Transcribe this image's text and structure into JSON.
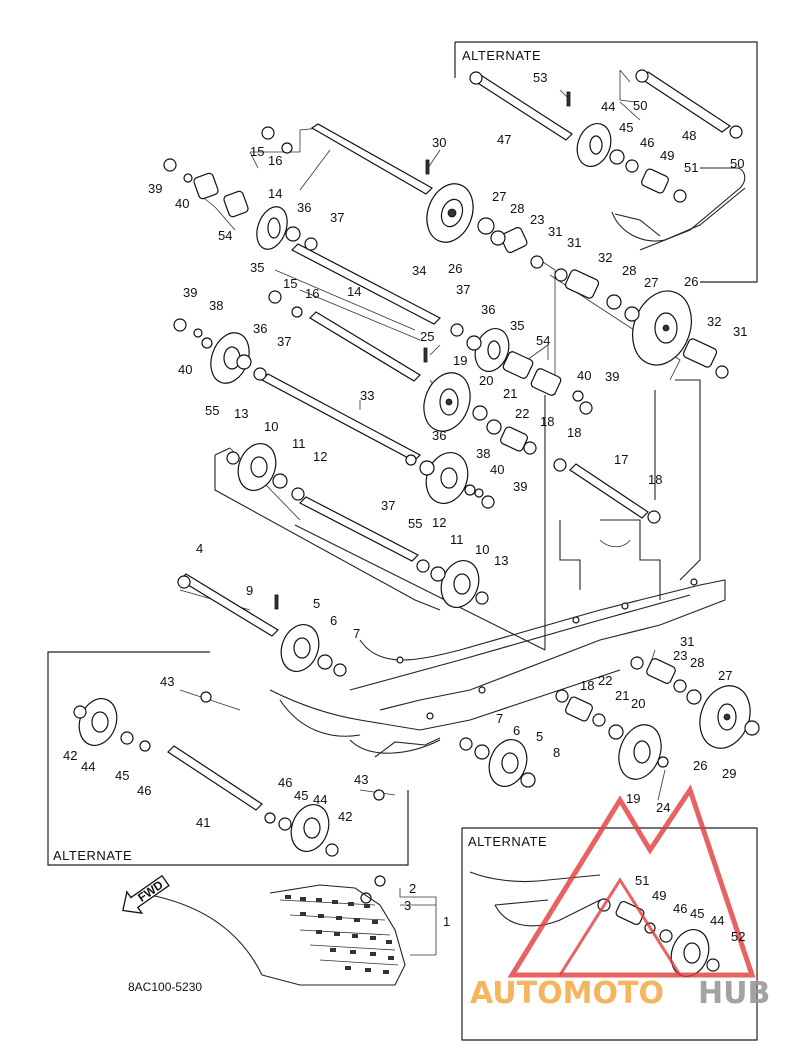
{
  "diagram": {
    "drawing_code": "8AC100-5230",
    "front_marker": "FWD",
    "alternate_boxes": {
      "top_right": "ALTERNATE",
      "left": "ALTERNATE",
      "bottom_right": "ALTERNATE"
    },
    "watermark": {
      "text_part1": "AUTOMOTO",
      "text_part2": "HUB",
      "color1": "#f4a742",
      "color2": "#9a9a9a",
      "logo_color": "#e23b3b"
    },
    "callouts": [
      {
        "label": "15"
      },
      {
        "label": "16"
      },
      {
        "label": "14"
      },
      {
        "label": "39"
      },
      {
        "label": "40"
      },
      {
        "label": "54"
      },
      {
        "label": "35"
      },
      {
        "label": "36"
      },
      {
        "label": "37"
      },
      {
        "label": "30"
      },
      {
        "label": "26"
      },
      {
        "label": "27"
      },
      {
        "label": "28"
      },
      {
        "label": "23"
      },
      {
        "label": "31"
      },
      {
        "label": "31"
      },
      {
        "label": "32"
      },
      {
        "label": "28"
      },
      {
        "label": "27"
      },
      {
        "label": "26"
      },
      {
        "label": "32"
      },
      {
        "label": "31"
      },
      {
        "label": "34"
      },
      {
        "label": "15"
      },
      {
        "label": "16"
      },
      {
        "label": "14"
      },
      {
        "label": "39"
      },
      {
        "label": "38"
      },
      {
        "label": "36"
      },
      {
        "label": "37"
      },
      {
        "label": "40"
      },
      {
        "label": "55"
      },
      {
        "label": "37"
      },
      {
        "label": "36"
      },
      {
        "label": "35"
      },
      {
        "label": "25"
      },
      {
        "label": "19"
      },
      {
        "label": "54"
      },
      {
        "label": "40"
      },
      {
        "label": "39"
      },
      {
        "label": "20"
      },
      {
        "label": "21"
      },
      {
        "label": "22"
      },
      {
        "label": "18"
      },
      {
        "label": "18"
      },
      {
        "label": "33"
      },
      {
        "label": "13"
      },
      {
        "label": "10"
      },
      {
        "label": "11"
      },
      {
        "label": "12"
      },
      {
        "label": "36"
      },
      {
        "label": "38"
      },
      {
        "label": "40"
      },
      {
        "label": "39"
      },
      {
        "label": "37"
      },
      {
        "label": "55"
      },
      {
        "label": "17"
      },
      {
        "label": "18"
      },
      {
        "label": "12"
      },
      {
        "label": "11"
      },
      {
        "label": "10"
      },
      {
        "label": "13"
      },
      {
        "label": "4"
      },
      {
        "label": "9"
      },
      {
        "label": "5"
      },
      {
        "label": "6"
      },
      {
        "label": "7"
      },
      {
        "label": "43"
      },
      {
        "label": "42"
      },
      {
        "label": "44"
      },
      {
        "label": "45"
      },
      {
        "label": "46"
      },
      {
        "label": "41"
      },
      {
        "label": "46"
      },
      {
        "label": "45"
      },
      {
        "label": "44"
      },
      {
        "label": "43"
      },
      {
        "label": "42"
      },
      {
        "label": "31"
      },
      {
        "label": "23"
      },
      {
        "label": "28"
      },
      {
        "label": "27"
      },
      {
        "label": "18"
      },
      {
        "label": "22"
      },
      {
        "label": "21"
      },
      {
        "label": "20"
      },
      {
        "label": "7"
      },
      {
        "label": "6"
      },
      {
        "label": "5"
      },
      {
        "label": "8"
      },
      {
        "label": "19"
      },
      {
        "label": "24"
      },
      {
        "label": "26"
      },
      {
        "label": "29"
      },
      {
        "label": "2"
      },
      {
        "label": "3"
      },
      {
        "label": "1"
      },
      {
        "label": "53"
      },
      {
        "label": "44"
      },
      {
        "label": "50"
      },
      {
        "label": "47"
      },
      {
        "label": "45"
      },
      {
        "label": "48"
      },
      {
        "label": "46"
      },
      {
        "label": "49"
      },
      {
        "label": "51"
      },
      {
        "label": "50"
      },
      {
        "label": "51"
      },
      {
        "label": "49"
      },
      {
        "label": "46"
      },
      {
        "label": "45"
      },
      {
        "label": "44"
      },
      {
        "label": "52"
      }
    ]
  }
}
